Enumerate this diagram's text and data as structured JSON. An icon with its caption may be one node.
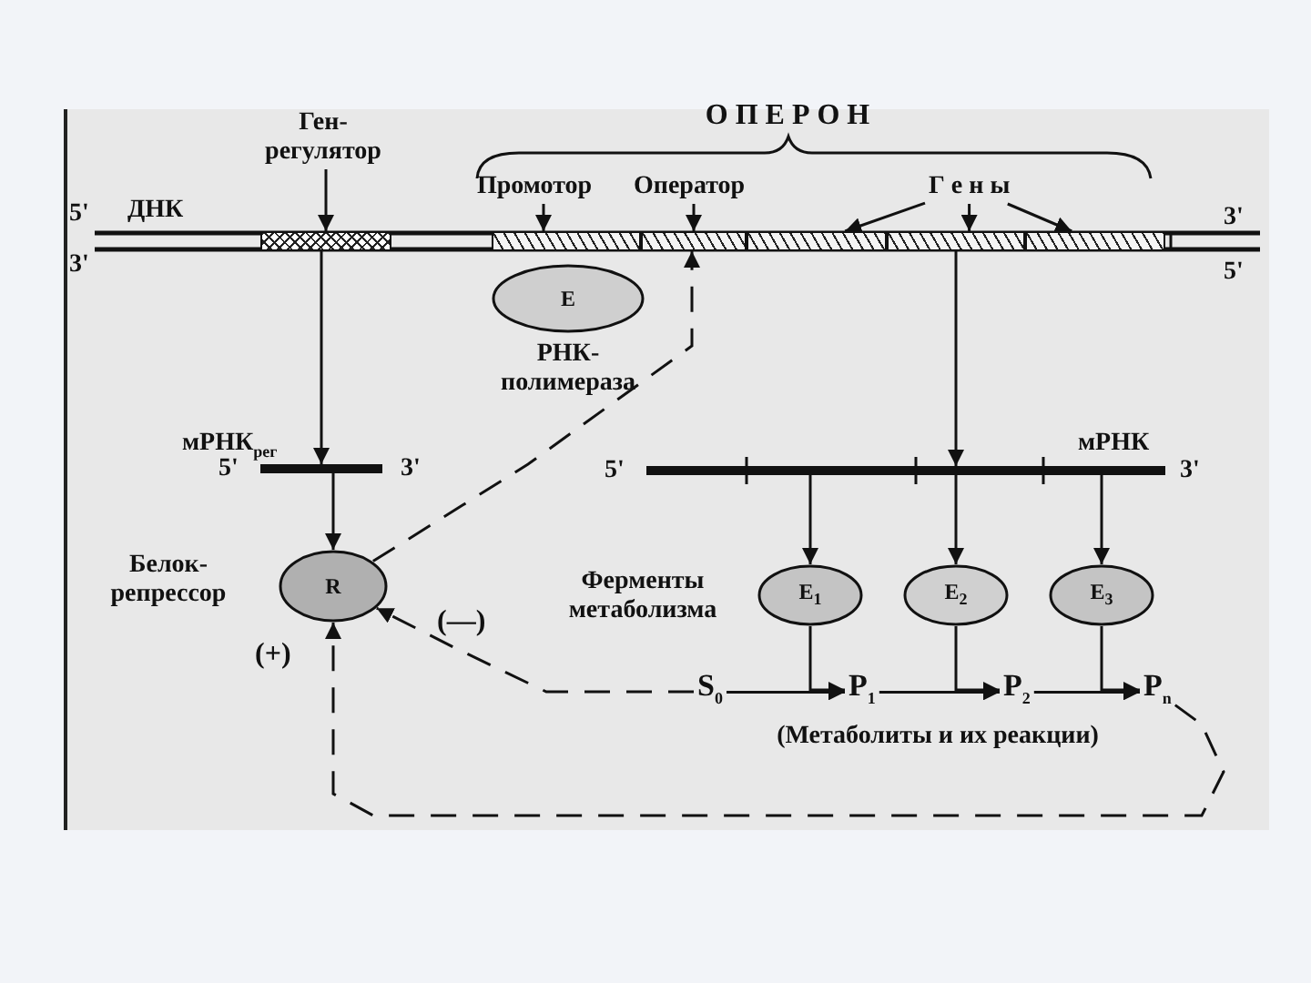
{
  "diagram": {
    "nodes": [
      {
        "text": [
          "Ген- регулятор"
        ]
      },
      {
        "text": [
          "ДНК"
        ],
        "beside": [
          "5'",
          "3'",
          "3'",
          "5'"
        ]
      },
      {
        "text": [],
        "shape": "bar",
        "in": 1
      },
      {
        "text": [],
        "shape": "bar",
        "in": 1
      },
      {
        "text": [],
        "shape": "bar",
        "in": 1
      },
      {
        "text": [],
        "shape": "bar",
        "in": 1
      },
      {
        "text": [],
        "shape": "bar",
        "in": 1
      },
      {
        "text": [],
        "shape": "bar",
        "in": 1
      },
      {
        "text": [
          "Промотор"
        ]
      },
      {
        "text": [
          "Оператор"
        ]
      },
      {
        "text": [
          "Г е н ы"
        ]
      },
      {
        "text": [
          "Е",
          "РНК- полимераза"
        ]
      },
      {
        "text": [
          "мРНК$_{рег}$"
        ],
        "beside": [
          "5'",
          "3'"
        ]
      },
      {
        "text": [
          "Белок- репрессор",
          "R"
        ]
      },
      {
        "text": [
          "мРНК"
        ],
        "beside": [
          "5'",
          "3'"
        ]
      },
      {
        "text": [
          "E$_{1}$"
        ]
      },
      {
        "text": [
          "E$_{2}$"
        ]
      },
      {
        "text": [
          "E$_{3}$"
        ]
      },
      {
        "text": [
          "S$_{0}$"
        ]
      },
      {
        "text": [
          "P$_{1}$"
        ]
      },
      {
        "text": [
          "P$_{2}$"
        ]
      },
      {
        "text": [
          "P$_{n}$"
        ]
      }
    ],
    "edges": [
      {
        "from": 0,
        "to": 2,
        "arrow": "to"
      },
      {
        "from": 8,
        "to": 3,
        "arrow": "to"
      },
      {
        "from": 9,
        "to": 4,
        "arrow": "to"
      },
      {
        "from": 10,
        "to": 5,
        "arrow": "to"
      },
      {
        "from": 10,
        "to": 6,
        "arrow": "to"
      },
      {
        "from": 10,
        "to": 7,
        "arrow": "to"
      },
      {
        "from": 2,
        "to": 12,
        "arrow": "to"
      },
      {
        "from": 12,
        "to": 13,
        "arrow": "to"
      },
      {
        "from": 13,
        "to": 4,
        "arrow": "to",
        "style": "dashed"
      },
      {
        "from": 6,
        "to": 14,
        "arrow": "to"
      },
      {
        "from": 14,
        "to": 15,
        "arrow": "to"
      },
      {
        "from": 14,
        "to": 16,
        "arrow": "to"
      },
      {
        "from": 14,
        "to": 17,
        "arrow": "to"
      },
      {
        "from": 15,
        "to": 19,
        "arrow": "to"
      },
      {
        "from": 16,
        "to": 20,
        "arrow": "to"
      },
      {
        "from": 17,
        "to": 21,
        "arrow": "to"
      },
      {
        "from": 18,
        "to": 19,
        "arrow": "to"
      },
      {
        "from": 19,
        "to": 20,
        "arrow": "to"
      },
      {
        "from": 20,
        "to": 21,
        "arrow": "to"
      },
      {
        "from": 18,
        "to": 13,
        "arrow": "to",
        "style": "dashed",
        "label": "(—)"
      },
      {
        "from": 21,
        "to": 13,
        "arrow": "to",
        "style": "dashed",
        "label": "(+)"
      }
    ],
    "labels": [
      "О П Е Р О Н",
      "Ферменты метаболизма",
      "(Метаболиты и их реакции)"
    ]
  }
}
